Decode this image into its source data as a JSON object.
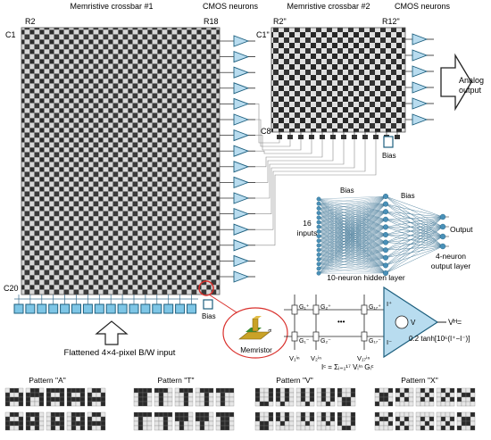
{
  "crossbar1": {
    "title": "Memristive crossbar #1",
    "neurons_title": "CMOS neurons",
    "row_start": "C1",
    "row_end": "C20",
    "col_start": "R2",
    "col_end": "R18",
    "input_label": "Flattened 4×4-pixel B/W input",
    "bias_label": "Bias",
    "memristor_label": "Memristor",
    "memristor_sub": "a"
  },
  "crossbar2": {
    "title": "Memristive crossbar  #2",
    "neurons_title": "CMOS neurons",
    "row_start": "C1\"",
    "row_end": "C8",
    "col_start": "R2\"",
    "col_end": "R12\"",
    "bias_label": "Bias",
    "output_label_line1": "Analog",
    "output_label_line2": "output"
  },
  "network": {
    "bias1": "Bias",
    "bias2": "Bias",
    "inputs_line1": "16",
    "inputs_line2": "inputs",
    "hidden_label": "10-neuron hidden layer",
    "output_label": "Output",
    "output_layer_line1": "4-neuron",
    "output_layer_line2": "output layer"
  },
  "neuron_circuit": {
    "g1": "G₁⁺",
    "g2": "G₂⁺",
    "g17": "G₁₇⁺",
    "g1m": "G₁⁻",
    "g2m": "G₂⁻",
    "g17m": "G₁₇⁻",
    "dots": "•••",
    "i_plus": "I⁺",
    "i_minus": "I⁻",
    "v_label": "V",
    "vh": "Vᴴ=",
    "v1": "V₁ⁱⁿ",
    "v2": "V₂ⁱⁿ",
    "v17": "V₁₇ⁱⁿ",
    "transfer": "0.2 tanh[10⁶(I⁺−I⁻)]",
    "sum": "Iᶜ = Σᵢ₌₁¹⁷ Vᵢⁱⁿ Gᵢᶜ"
  },
  "patterns": [
    {
      "label": "Pattern \"A\""
    },
    {
      "label": "Pattern \"T\""
    },
    {
      "label": "Pattern \"V\""
    },
    {
      "label": "Pattern \"X\""
    }
  ],
  "colors": {
    "amplifier": "#b8dcef",
    "input_cell": "#7ec6e6",
    "memristor_gold": "#c9a227",
    "memristor_green": "#3a8c2f",
    "highlight": "#d9302c",
    "wire": "#3a6f8f"
  }
}
